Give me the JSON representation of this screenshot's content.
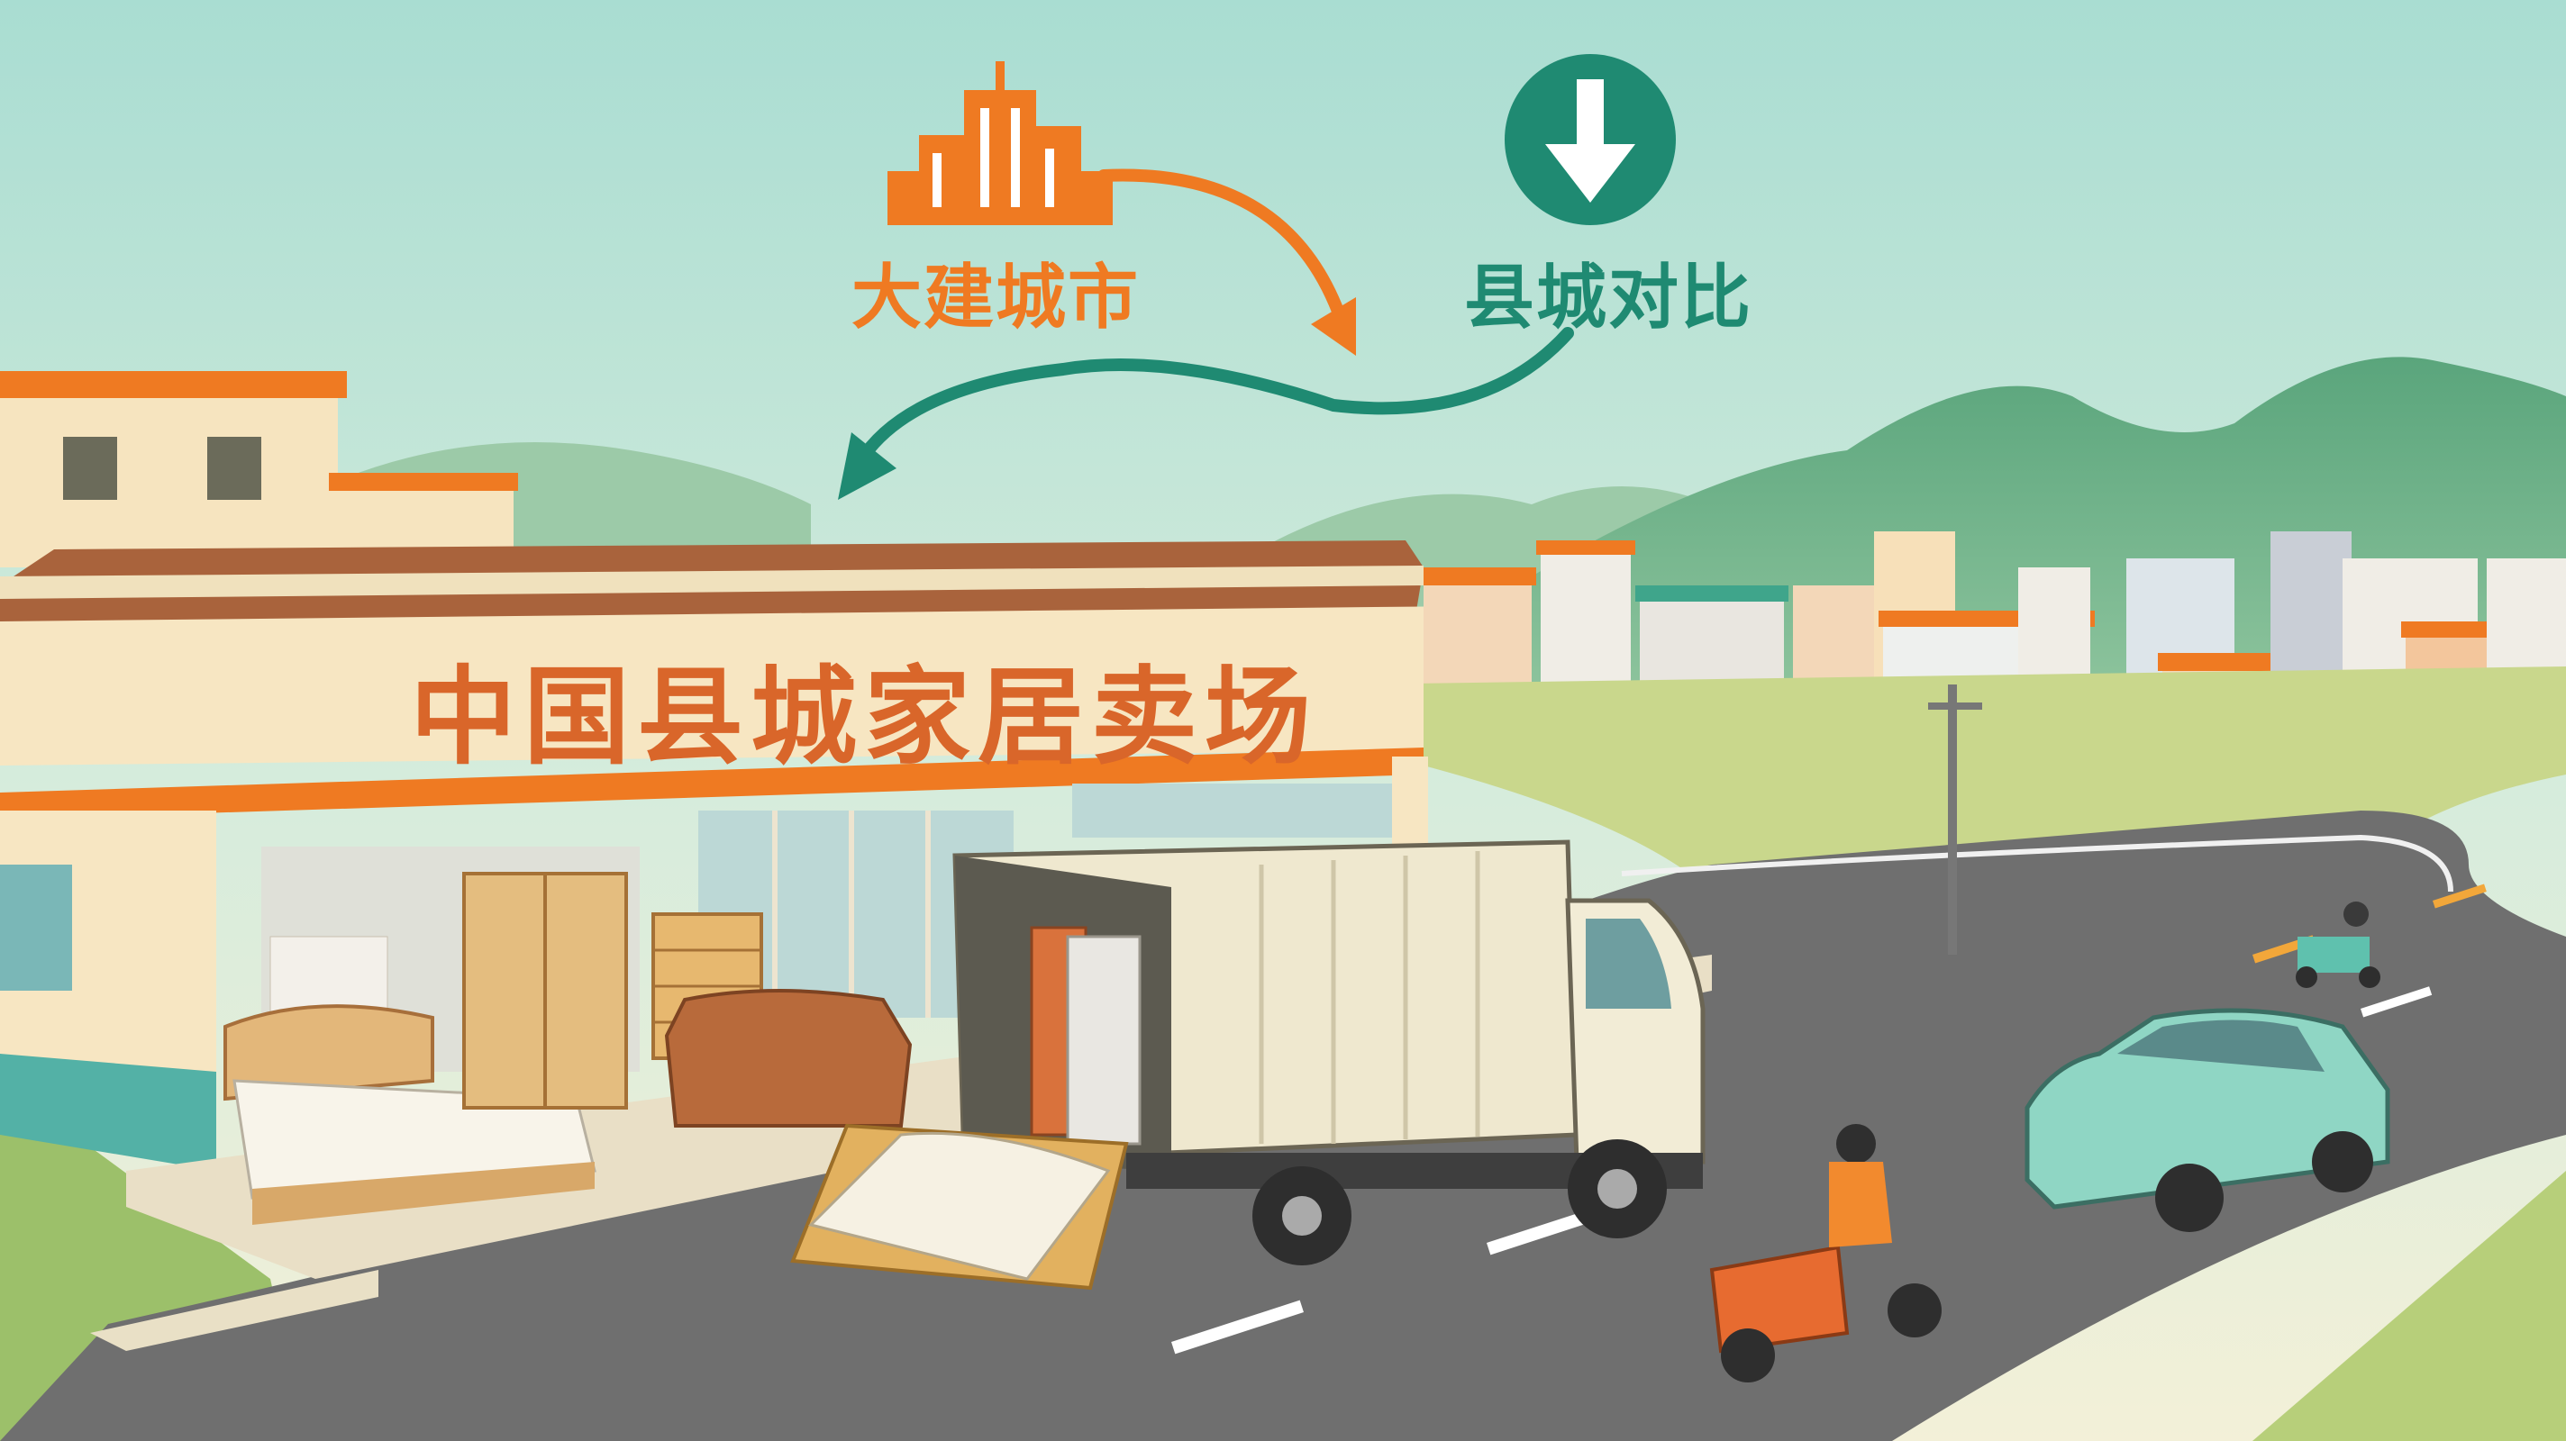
{
  "labels": {
    "big_city": "大建城市",
    "county_compare": "县城对比",
    "store_sign": "中国县城家居卖场"
  },
  "colors": {
    "sky_top": "#a9ddd2",
    "sky_bottom": "#f3f0d8",
    "accent_orange": "#ef7a22",
    "accent_teal": "#1f8a72",
    "store_wall": "#f7e6c2",
    "roof": "#a9633c",
    "truck_body": "#efe8cf",
    "car": "#8fd6c4",
    "road": "#6f6f6f"
  },
  "icons": {
    "city": "city-buildings-icon",
    "county": "down-arrow-circle-icon"
  }
}
